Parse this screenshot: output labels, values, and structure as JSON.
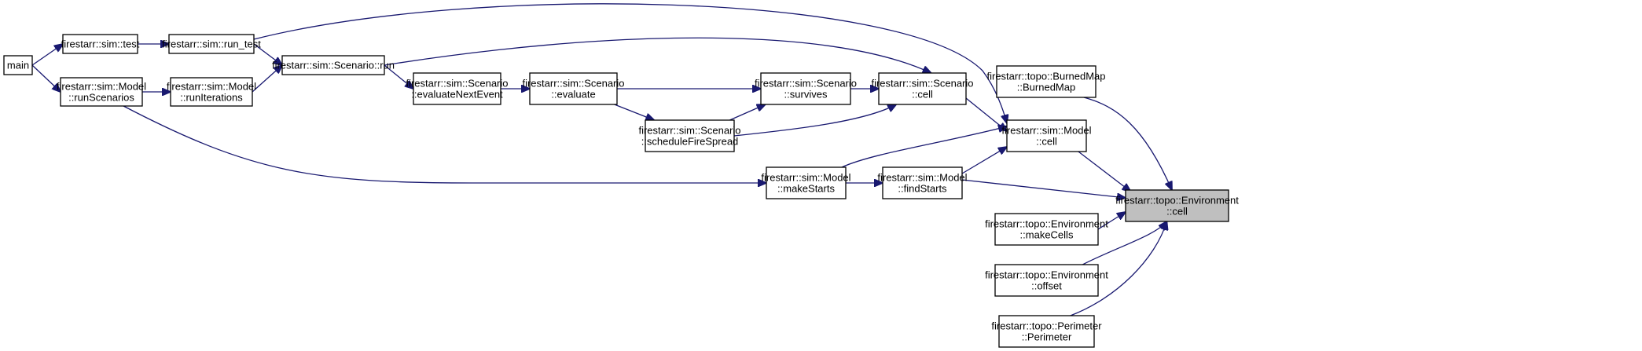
{
  "nodes": {
    "main": {
      "lines": [
        "main"
      ]
    },
    "sim_test": {
      "lines": [
        "firestarr::sim::test"
      ]
    },
    "run_test": {
      "lines": [
        "firestarr::sim::run_test"
      ]
    },
    "runScenarios": {
      "lines": [
        "firestarr::sim::Model",
        "::runScenarios"
      ]
    },
    "runIterations": {
      "lines": [
        "firestarr::sim::Model",
        "::runIterations"
      ]
    },
    "scenario_run": {
      "lines": [
        "firestarr::sim::Scenario::run"
      ]
    },
    "evaluateNextEvent": {
      "lines": [
        "firestarr::sim::Scenario",
        "::evaluateNextEvent"
      ]
    },
    "evaluate": {
      "lines": [
        "firestarr::sim::Scenario",
        "::evaluate"
      ]
    },
    "survives": {
      "lines": [
        "firestarr::sim::Scenario",
        "::survives"
      ]
    },
    "scheduleFireSpread": {
      "lines": [
        "firestarr::sim::Scenario",
        "::scheduleFireSpread"
      ]
    },
    "scenario_cell": {
      "lines": [
        "firestarr::sim::Scenario",
        "::cell"
      ]
    },
    "burnedMap": {
      "lines": [
        "firestarr::topo::BurnedMap",
        "::BurnedMap"
      ]
    },
    "model_cell": {
      "lines": [
        "firestarr::sim::Model",
        "::cell"
      ]
    },
    "makeStarts": {
      "lines": [
        "firestarr::sim::Model",
        "::makeStarts"
      ]
    },
    "findStarts": {
      "lines": [
        "firestarr::sim::Model",
        "::findStarts"
      ]
    },
    "env_cell": {
      "lines": [
        "firestarr::topo::Environment",
        "::cell"
      ]
    },
    "makeCells": {
      "lines": [
        "firestarr::topo::Environment",
        "::makeCells"
      ]
    },
    "offset": {
      "lines": [
        "firestarr::topo::Environment",
        "::offset"
      ]
    },
    "perimeter": {
      "lines": [
        "firestarr::topo::Perimeter",
        "::Perimeter"
      ]
    }
  },
  "edges": [
    [
      "main",
      "sim_test"
    ],
    [
      "main",
      "runScenarios"
    ],
    [
      "sim_test",
      "run_test"
    ],
    [
      "run_test",
      "scenario_run"
    ],
    [
      "run_test",
      "model_cell"
    ],
    [
      "runScenarios",
      "runIterations"
    ],
    [
      "runScenarios",
      "makeStarts"
    ],
    [
      "runIterations",
      "scenario_run"
    ],
    [
      "scenario_run",
      "evaluateNextEvent"
    ],
    [
      "scenario_run",
      "scenario_cell"
    ],
    [
      "evaluateNextEvent",
      "evaluate"
    ],
    [
      "evaluate",
      "survives"
    ],
    [
      "evaluate",
      "scheduleFireSpread"
    ],
    [
      "survives",
      "scenario_cell"
    ],
    [
      "scheduleFireSpread",
      "survives"
    ],
    [
      "scheduleFireSpread",
      "scenario_cell"
    ],
    [
      "scenario_cell",
      "model_cell"
    ],
    [
      "makeStarts",
      "findStarts"
    ],
    [
      "makeStarts",
      "model_cell"
    ],
    [
      "findStarts",
      "model_cell"
    ],
    [
      "findStarts",
      "env_cell"
    ],
    [
      "model_cell",
      "env_cell"
    ],
    [
      "burnedMap",
      "env_cell"
    ],
    [
      "makeCells",
      "env_cell"
    ],
    [
      "offset",
      "env_cell"
    ],
    [
      "perimeter",
      "env_cell"
    ]
  ],
  "colors": {
    "edge": "#191970",
    "highlight_fill": "#bfbfbf",
    "node_fill": "#ffffff",
    "node_stroke": "#000000"
  }
}
